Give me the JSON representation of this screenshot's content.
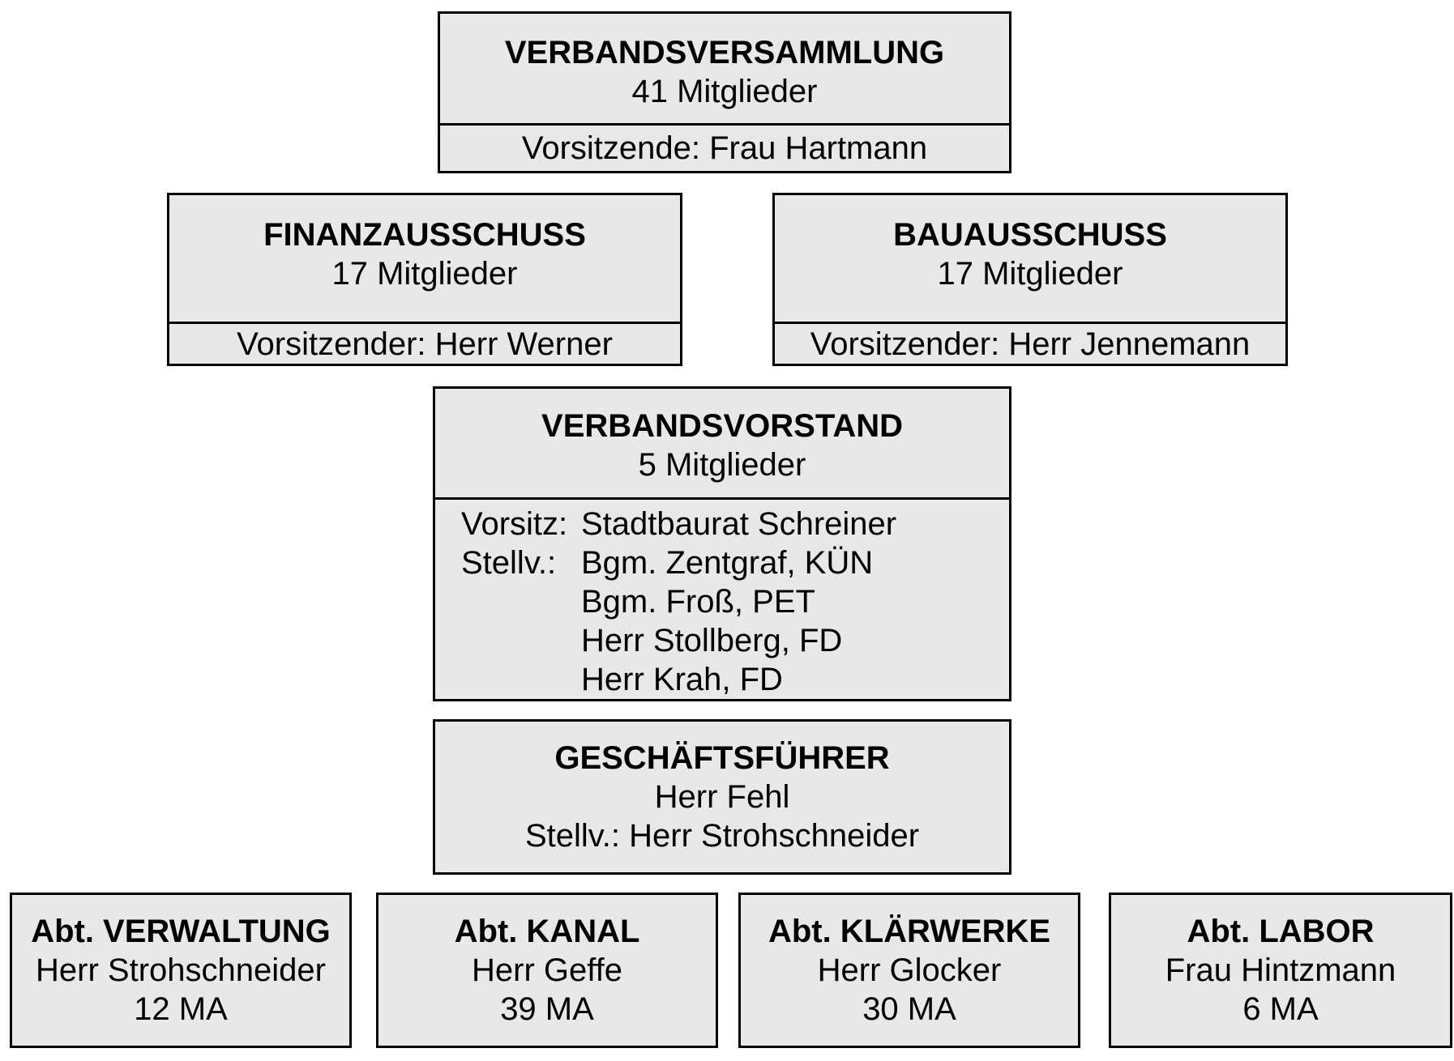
{
  "verbandsversammlung": {
    "title": "VERBANDSVERSAMMLUNG",
    "members": "41 Mitglieder",
    "chair": "Vorsitzende: Frau Hartmann"
  },
  "finanzausschuss": {
    "title": "FINANZAUSSCHUSS",
    "members": "17 Mitglieder",
    "chair": "Vorsitzender: Herr Werner"
  },
  "bauausschuss": {
    "title": "BAUAUSSCHUSS",
    "members": "17 Mitglieder",
    "chair": "Vorsitzender: Herr Jennemann"
  },
  "verbandsvorstand": {
    "title": "VERBANDSVORSTAND",
    "members": "5 Mitglieder",
    "rows": [
      {
        "role": "Vorsitz:",
        "name": "Stadtbaurat Schreiner"
      },
      {
        "role": "Stellv.:",
        "name": "Bgm. Zentgraf, KÜN"
      },
      {
        "role": "",
        "name": "Bgm. Froß, PET"
      },
      {
        "role": "",
        "name": "Herr Stollberg, FD"
      },
      {
        "role": "",
        "name": "Herr Krah, FD"
      }
    ]
  },
  "geschaeftsfuehrer": {
    "title": "GESCHÄFTSFÜHRER",
    "name": "Herr Fehl",
    "deputy": "Stellv.: Herr Strohschneider"
  },
  "departments": [
    {
      "title": "Abt. VERWALTUNG",
      "head": "Herr Strohschneider",
      "staff": "12 MA"
    },
    {
      "title": "Abt. KANAL",
      "head": "Herr Geffe",
      "staff": "39 MA"
    },
    {
      "title": "Abt. KLÄRWERKE",
      "head": "Herr Glocker",
      "staff": "30 MA"
    },
    {
      "title": "Abt. LABOR",
      "head": "Frau Hintzmann",
      "staff": "6 MA"
    }
  ]
}
